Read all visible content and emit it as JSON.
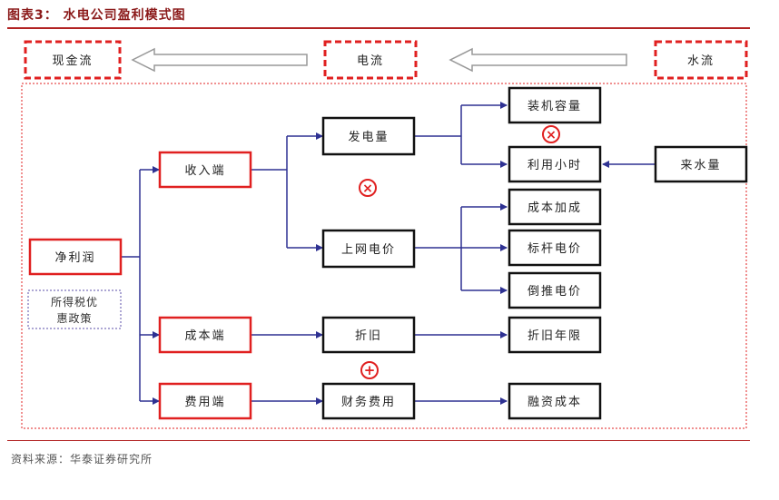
{
  "figure_title": "图表3：  水电公司盈利模式图",
  "source_note": "资料来源：华泰证券研究所",
  "flow": {
    "cash_flow": "现金流",
    "electricity_flow": "电流",
    "water_flow": "水流"
  },
  "nodes": {
    "net_profit": "净利润",
    "tax_policy_line1": "所得税优",
    "tax_policy_line2": "惠政策",
    "revenue_side": "收入端",
    "cost_side": "成本端",
    "expense_side": "费用端",
    "power_generation": "发电量",
    "grid_price": "上网电价",
    "depreciation": "折旧",
    "financial_expense": "财务费用",
    "installed_capacity": "装机容量",
    "utilization_hours": "利用小时",
    "water_inflow": "来水量",
    "cost_plus": "成本加成",
    "benchmark_price": "标杆电价",
    "reverse_price": "倒推电价",
    "depreciation_years": "折旧年限",
    "financing_cost": "融资成本"
  },
  "operators": {
    "multiply": "×",
    "plus": "+"
  },
  "colors": {
    "red": "#e02020",
    "navy": "#2e3192",
    "black": "#111111",
    "purple_dotted": "#5b4fa8",
    "title_red": "#8b1a1a"
  }
}
